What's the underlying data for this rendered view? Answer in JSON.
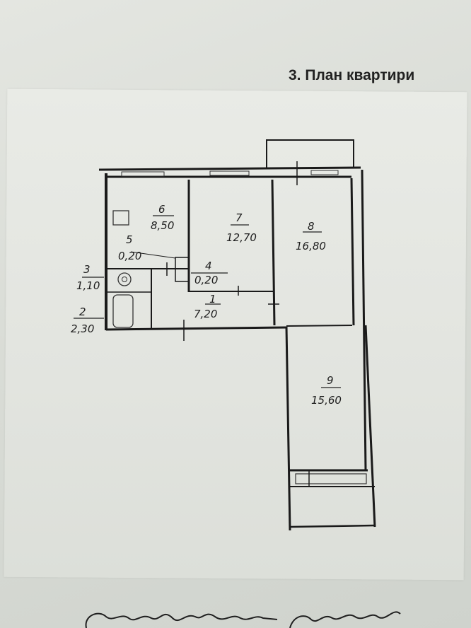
{
  "header": {
    "title": "3. План квартири"
  },
  "rooms": [
    {
      "number": "1",
      "area": "7,20"
    },
    {
      "number": "2",
      "area": "2,30"
    },
    {
      "number": "3",
      "area": "1,10"
    },
    {
      "number": "4",
      "area": "0,20"
    },
    {
      "number": "5",
      "area": "0,20"
    },
    {
      "number": "6",
      "area": "8,50"
    },
    {
      "number": "7",
      "area": "12,70"
    },
    {
      "number": "8",
      "area": "16,80"
    },
    {
      "number": "9",
      "area": "15,60"
    }
  ]
}
